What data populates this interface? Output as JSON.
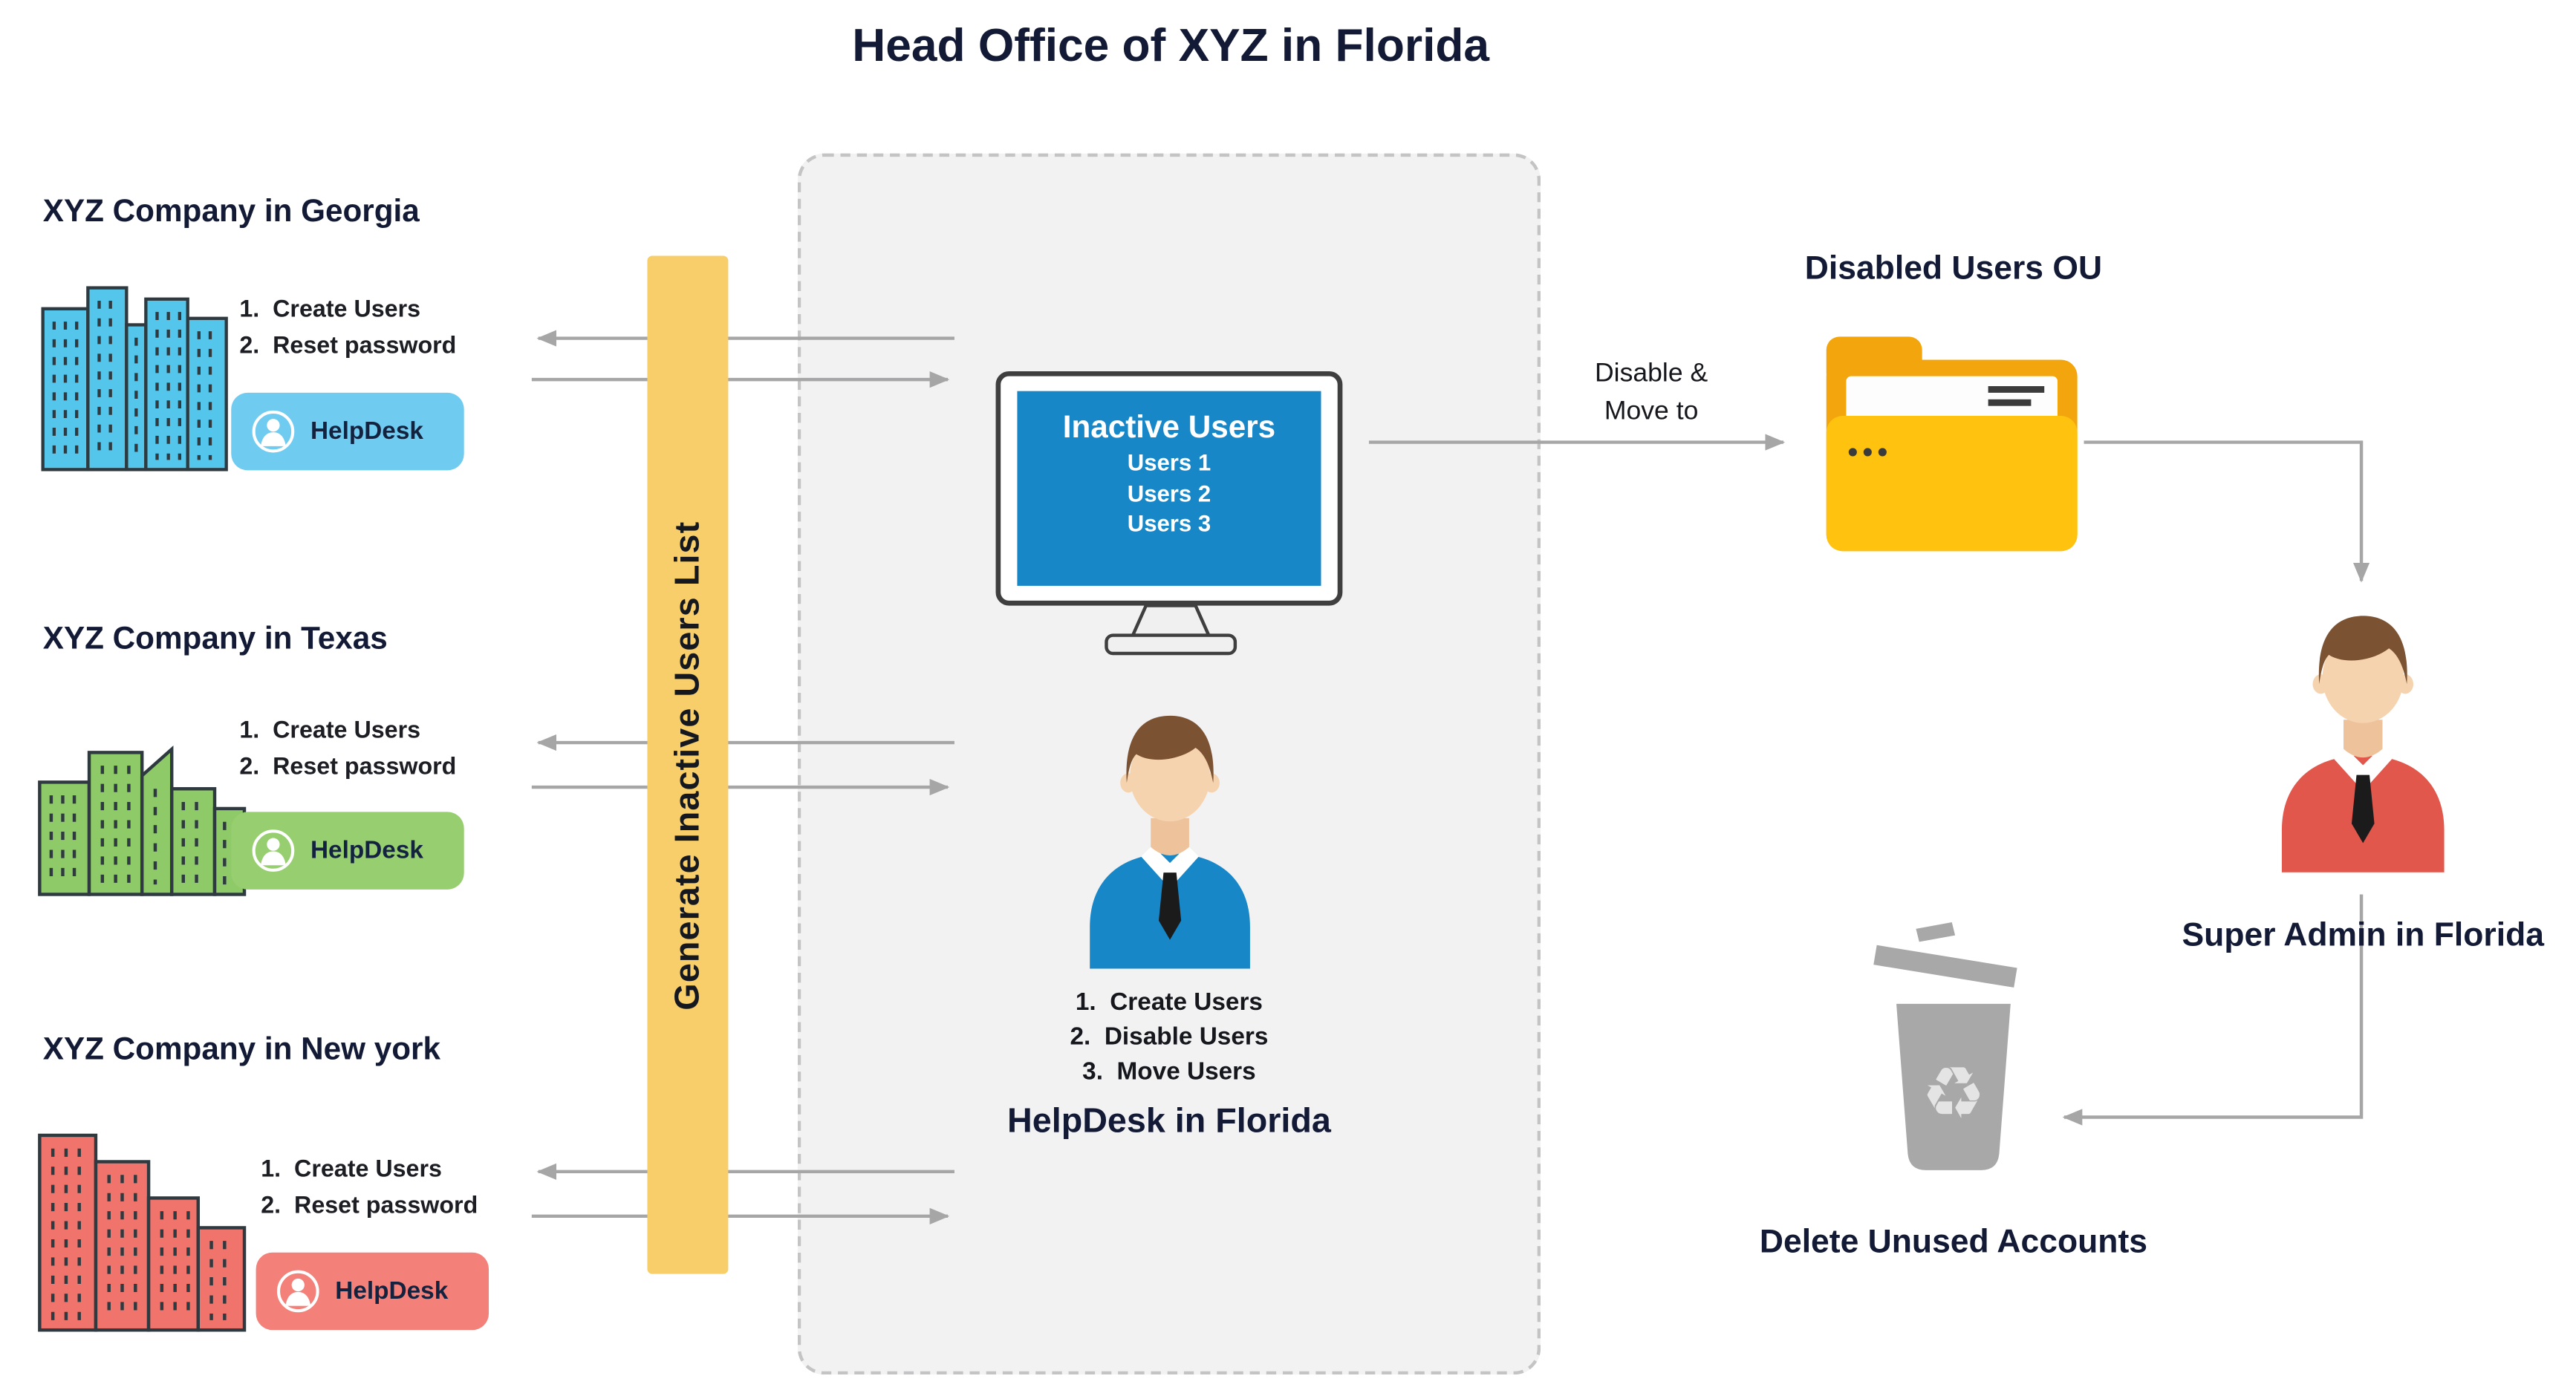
{
  "title": "Head Office of XYZ in Florida",
  "generator_bar": {
    "label": "Generate Inactive Users List"
  },
  "branches": [
    {
      "name": "XYZ Company in Georgia",
      "tasks": [
        "1.  Create Users",
        "2.  Reset password"
      ],
      "badge": "HelpDesk",
      "building_color": "#54C6EC",
      "badge_color": "#6FCBEF"
    },
    {
      "name": "XYZ Company in Texas",
      "tasks": [
        "1.  Create Users",
        "2.  Reset password"
      ],
      "badge": "HelpDesk",
      "building_color": "#8FCA68",
      "badge_color": "#97CE70"
    },
    {
      "name": "XYZ Company in New york",
      "tasks": [
        "1.  Create Users",
        "2.  Reset password"
      ],
      "badge": "HelpDesk",
      "building_color": "#F0746C",
      "badge_color": "#F4807A"
    }
  ],
  "center": {
    "monitor": {
      "title": "Inactive Users",
      "items": [
        "Users 1",
        "Users 2",
        "Users 3"
      ],
      "screen_color": "#1787C8"
    },
    "tasks": [
      "1.  Create Users",
      "2.  Disable Users",
      "3.  Move Users"
    ],
    "label": "HelpDesk in Florida"
  },
  "flows": {
    "disable_move": {
      "line1": "Disable &",
      "line2": "Move to"
    }
  },
  "right": {
    "disabled_ou_label": "Disabled Users OU",
    "super_admin_label": "Super Admin in Florida",
    "delete_label": "Delete Unused Accounts"
  },
  "colors": {
    "generator_bar": "#F7CE69",
    "panel_background": "#F2F2F3",
    "arrow": "#A6A6A6",
    "folder": "#FFC20E",
    "trash": "#A8A8A8",
    "helpdesk_shirt": "#1787C8",
    "admin_shirt": "#E2574B",
    "monitor_screen": "#1787C8"
  }
}
